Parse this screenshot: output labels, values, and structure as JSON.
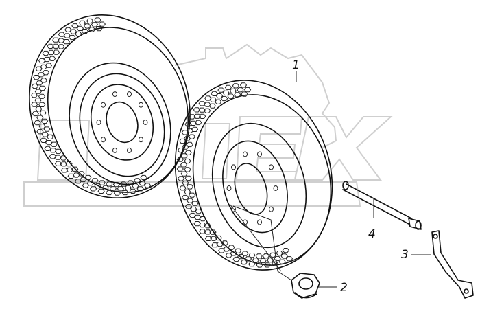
{
  "corner_mark": "",
  "callouts": [
    {
      "label": "1"
    },
    {
      "label": "2"
    },
    {
      "label": "3"
    },
    {
      "label": "4"
    }
  ],
  "colors": {
    "ink": "#111111",
    "watermark": "#cfcfcf",
    "background": "#ffffff"
  }
}
